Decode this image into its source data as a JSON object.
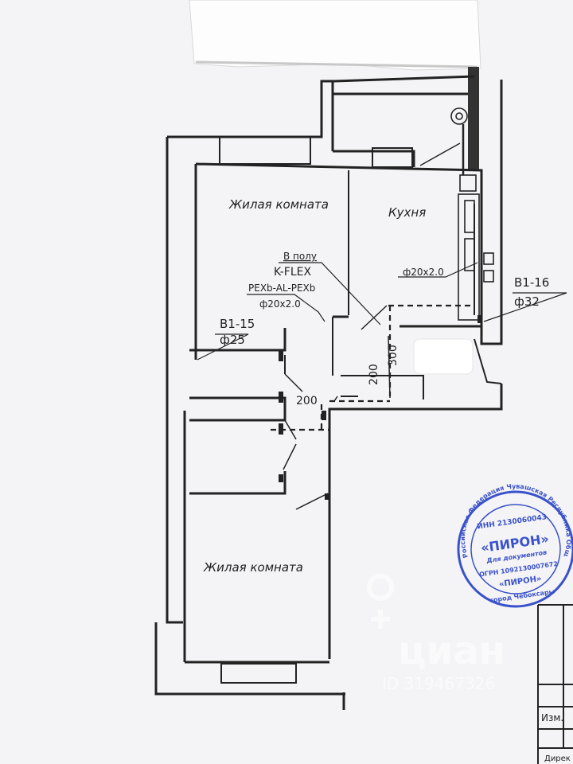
{
  "rooms": {
    "living_top": "Жилая комната",
    "kitchen": "Кухня",
    "living_bottom": "Жилая комната"
  },
  "pipe_note": {
    "line1": "В полу",
    "line2": "K-FLEX",
    "line3": "PEXb-AL-PEXb",
    "line4": "ф20х2.0"
  },
  "kitchen_pipe": "ф20х2.0",
  "riser_b115": {
    "code": "В1-15",
    "diameter": "ф25"
  },
  "riser_b116": {
    "code": "В1-16",
    "diameter": "ф32"
  },
  "dimensions": {
    "d300": "300",
    "d200_vertical": "200",
    "d200_horizontal": "200"
  },
  "stamp": {
    "ring_text": "Российская Федерация Чувашская Республика Общество с ограниченной ответственностью",
    "inn": "ИНН 2130060043",
    "name": "«ПИРОН»",
    "purpose": "Для документов",
    "ogrn": "ОГРН 1092130007672",
    "name2": "«ПИРОН»",
    "city": "город Чебоксары"
  },
  "watermark": {
    "brand": "циан",
    "id": "ID 319467326"
  },
  "title_block": {
    "izm": "Изм.",
    "dir": "Дирек"
  },
  "colors": {
    "ink": "#222222",
    "stamp": "#3a52c9",
    "paper": "#f7f7f9"
  }
}
